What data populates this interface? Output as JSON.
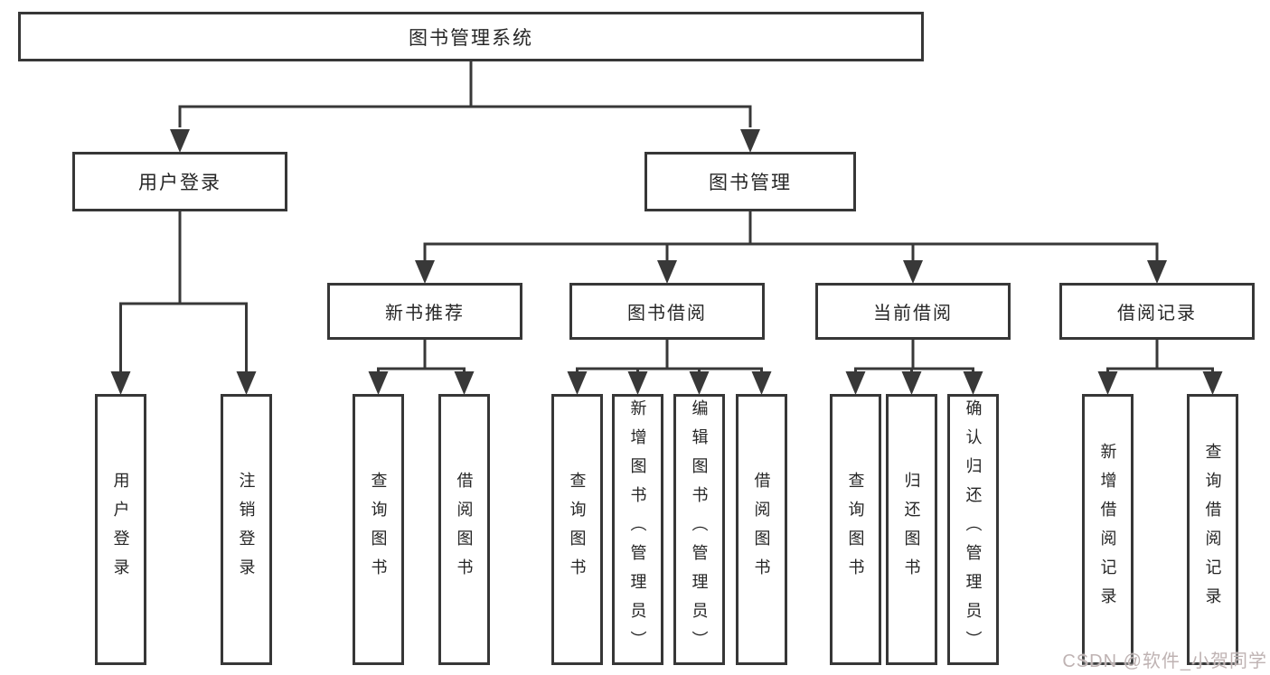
{
  "diagram": {
    "title": "图书管理系统",
    "type": "hierarchy-tree",
    "colors": {
      "line": "#383838",
      "box_border": "#373737",
      "box_fill": "#ffffff",
      "text": "#262626",
      "background": "#ffffff",
      "watermark": "#bfb3b3"
    },
    "tree": {
      "root": {
        "label": "图书管理系统"
      },
      "branches": [
        {
          "label": "用户登录",
          "children": [
            {
              "label": "用户登录"
            },
            {
              "label": "注销登录"
            }
          ]
        },
        {
          "label": "图书管理",
          "children": [
            {
              "label": "新书推荐",
              "children": [
                {
                  "label": "查询图书"
                },
                {
                  "label": "借阅图书"
                }
              ]
            },
            {
              "label": "图书借阅",
              "children": [
                {
                  "label": "查询图书"
                },
                {
                  "label": "新增图书（管理员）"
                },
                {
                  "label": "编辑图书（管理员）"
                },
                {
                  "label": "借阅图书"
                }
              ]
            },
            {
              "label": "当前借阅",
              "children": [
                {
                  "label": "查询图书"
                },
                {
                  "label": "归还图书"
                },
                {
                  "label": "确认归还（管理员）"
                }
              ]
            },
            {
              "label": "借阅记录",
              "children": [
                {
                  "label": "新增借阅记录"
                },
                {
                  "label": "查询借阅记录"
                }
              ]
            }
          ]
        }
      ]
    },
    "watermark": {
      "text": "CSDN @软件_小贺同学"
    }
  }
}
